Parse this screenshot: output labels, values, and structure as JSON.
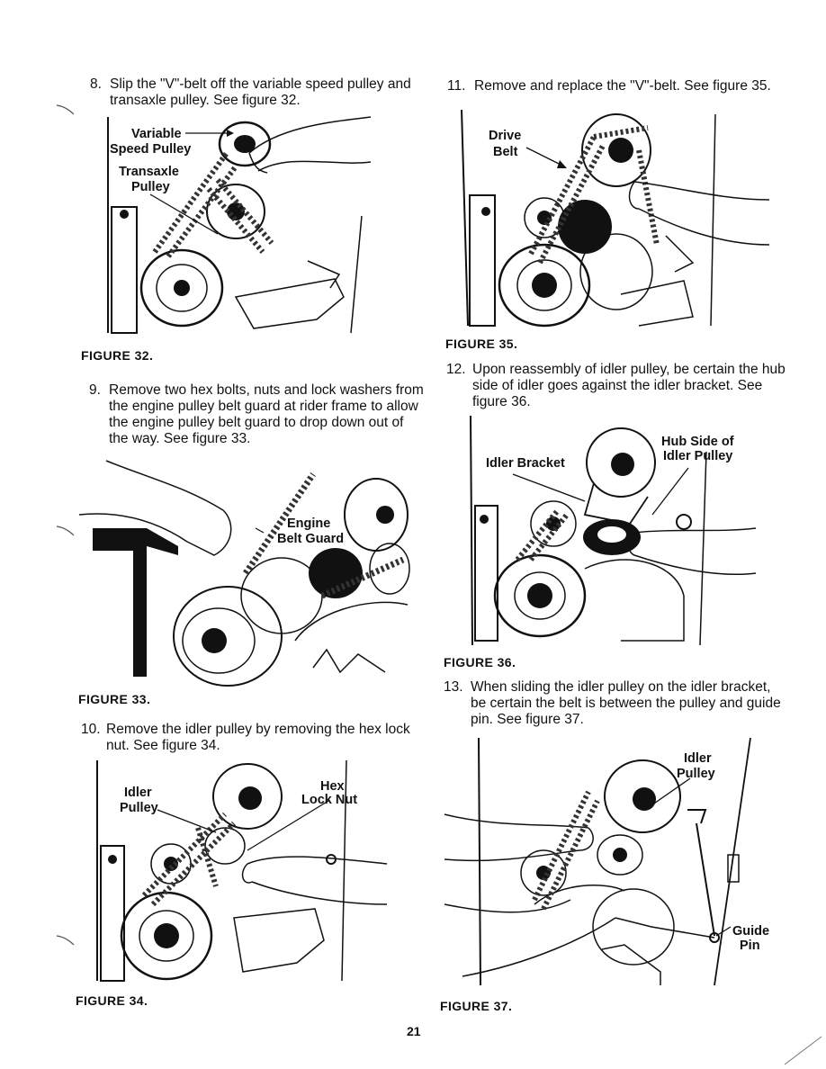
{
  "page_number": "21",
  "steps": {
    "s8": {
      "num": "8.",
      "lines": [
        "Slip the \"V\"-belt off the variable speed pulley and",
        "transaxle pulley. See figure 32."
      ]
    },
    "s9": {
      "num": "9.",
      "lines": [
        "Remove two hex bolts, nuts and lock washers from",
        "the engine pulley belt guard at rider frame to allow",
        "the engine pulley belt guard to drop down out of",
        "the way. See figure 33."
      ]
    },
    "s10": {
      "num": "10.",
      "lines": [
        "Remove the idler pulley by removing the hex lock",
        "nut. See figure 34."
      ]
    },
    "s11": {
      "num": "11.",
      "lines": [
        "Remove and replace the \"V\"-belt. See figure 35."
      ]
    },
    "s12": {
      "num": "12.",
      "lines": [
        "Upon reassembly of idler pulley, be certain the hub",
        "side of idler goes against the idler bracket. See",
        "figure 36."
      ]
    },
    "s13": {
      "num": "13.",
      "lines": [
        "When sliding the idler pulley on the idler bracket,",
        "be certain the belt is between the pulley and guide",
        "pin. See figure 37."
      ]
    }
  },
  "figures": {
    "f32": {
      "caption": "FIGURE 32.",
      "labels": {
        "variable": "Variable",
        "speed_pulley": "Speed Pulley",
        "transaxle": "Transaxle",
        "pulley": "Pulley"
      }
    },
    "f33": {
      "caption": "FIGURE 33.",
      "labels": {
        "engine": "Engine",
        "belt_guard": "Belt Guard"
      }
    },
    "f34": {
      "caption": "FIGURE 34.",
      "labels": {
        "idler": "Idler",
        "pulley": "Pulley",
        "hex": "Hex",
        "lock_nut": "Lock Nut"
      }
    },
    "f35": {
      "caption": "FIGURE 35.",
      "labels": {
        "drive": "Drive",
        "belt": "Belt"
      }
    },
    "f36": {
      "caption": "FIGURE 36.",
      "labels": {
        "idler_bracket": "Idler Bracket",
        "hub_side_of": "Hub Side of",
        "idler_pulley": "Idler Pulley"
      }
    },
    "f37": {
      "caption": "FIGURE 37.",
      "labels": {
        "idler": "Idler",
        "pulley": "Pulley",
        "guide": "Guide",
        "pin": "Pin"
      }
    }
  }
}
